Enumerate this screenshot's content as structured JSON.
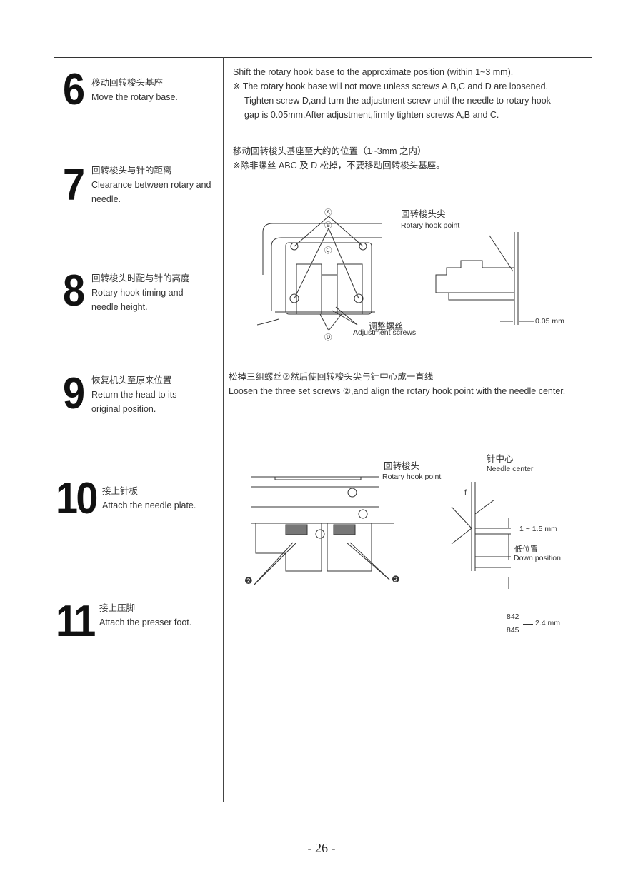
{
  "steps": [
    {
      "number": "6",
      "zh": "移动回转梭头基座",
      "en": "Move the rotary base."
    },
    {
      "number": "7",
      "zh": "回转梭头与针的距离",
      "en": "Clearance between rotary and needle."
    },
    {
      "number": "8",
      "zh": "回转梭头时配与针的高度",
      "en": "Rotary hook timing and needle height."
    },
    {
      "number": "9",
      "zh": "恢复机头至原来位置",
      "en": "Return the head to its original position."
    },
    {
      "number": "10",
      "zh": "接上针板",
      "en": "Attach the needle plate."
    },
    {
      "number": "11",
      "zh": "接上压脚",
      "en": "Attach the presser foot."
    }
  ],
  "instructions": {
    "en_line1": "Shift the rotary hook base to the approximate position (within 1~3 mm).",
    "en_line2": "※ The rotary hook base will not move unless screws A,B,C and D are loosened.",
    "en_line3": "Tighten screw D,and turn the adjustment screw until the needle to rotary hook",
    "en_line4": "gap is 0.05mm.After adjustment,firmly tighten screws A,B and C.",
    "zh_line1": "移动回转梭头基座至大约的位置（1~3mm 之内）",
    "zh_line2": "※除非螺丝 ABC 及 D 松掉，不要移动回转梭头基座。"
  },
  "figure1": {
    "label_a": "Ⓐ",
    "label_b": "Ⓑ",
    "label_c": "Ⓒ",
    "label_d": "Ⓓ",
    "adjust_zh": "调整螺丝",
    "adjust_en": "Adjustment screws",
    "hook_point_zh": "回转梭头尖",
    "hook_point_en": "Rotary hook point",
    "gap": "0.05 mm"
  },
  "align": {
    "zh": "松掉三组螺丝②然后使回转梭头尖与针中心成一直线",
    "en": "Loosen the three set screws ②,and align the rotary hook point with the needle center."
  },
  "figure2": {
    "hook_zh": "回转梭头",
    "hook_en": "Rotary hook point",
    "needle_center_zh": "针中心",
    "needle_center_en": "Needle center",
    "screw_marker": "❷",
    "f_label": "f",
    "height_range": "1 ~ 1.5 mm",
    "down_zh": "低位置",
    "down_en": "Down position",
    "model_a": "842",
    "model_b": "845",
    "model_value": "2.4 mm"
  },
  "page_number": "- 26 -"
}
